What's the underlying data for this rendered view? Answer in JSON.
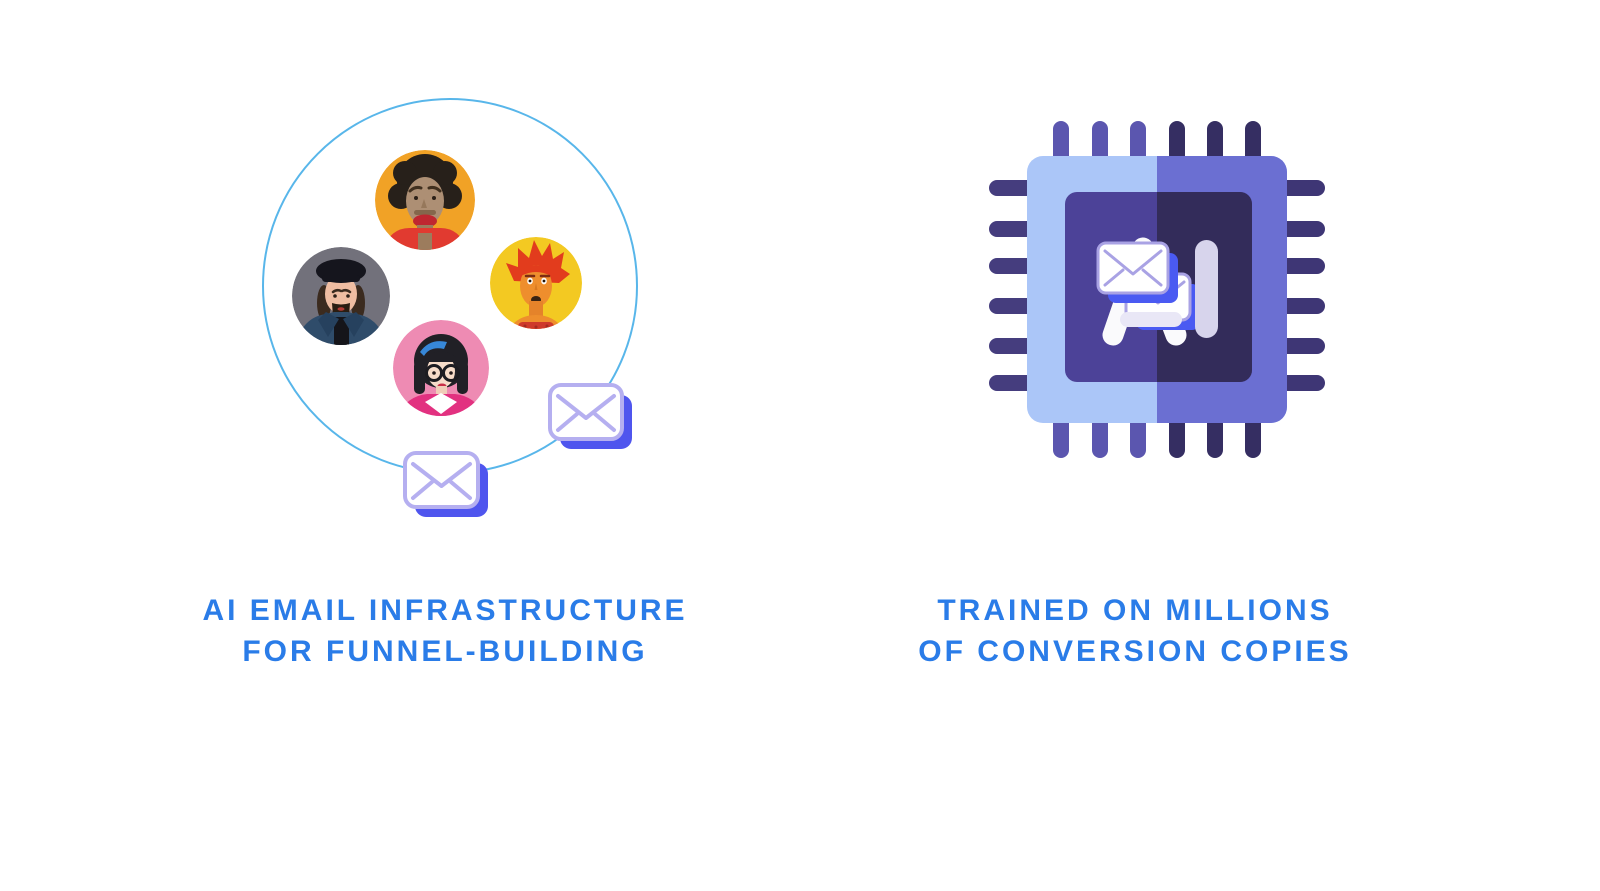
{
  "page": {
    "background": "#ffffff"
  },
  "features": [
    {
      "name": "ai-email-infrastructure",
      "caption_line1": "AI EMAIL INFRASTRUCTURE",
      "caption_line2": "FOR FUNNEL-BUILDING",
      "illustration": "audience-circle-with-email-envelopes",
      "icons": [
        "avatar-man-afro-icon",
        "avatar-man-beret-icon",
        "avatar-person-spiky-hair-icon",
        "avatar-woman-glasses-icon",
        "envelope-icon",
        "envelope-icon"
      ]
    },
    {
      "name": "trained-on-conversion-copies",
      "caption_line1": "TRAINED ON MILLIONS",
      "caption_line2": "OF CONVERSION COPIES",
      "illustration": "ai-cpu-chip-with-email-envelopes",
      "icons": [
        "cpu-chip-icon",
        "ai-letters-icon",
        "envelope-stack-icon"
      ]
    }
  ],
  "colors": {
    "caption_text": "#2a7ce8",
    "circle_outline": "#58b6ea",
    "envelope_shadow_blue": "#4f55ee",
    "envelope_outline": "#b5aff0",
    "chip_body_left": "#abc6f8",
    "chip_body_right": "#6b6fd2",
    "chip_die_left": "#4c4298",
    "chip_die_right": "#332c5a",
    "chip_pin_medium": "#5b56af",
    "chip_pin_dark": "#352e62",
    "avatar_background_orange": "#f1a226",
    "avatar_background_gray": "#72717b",
    "avatar_background_yellow": "#f3c922",
    "avatar_background_pink": "#ee8bb3"
  }
}
